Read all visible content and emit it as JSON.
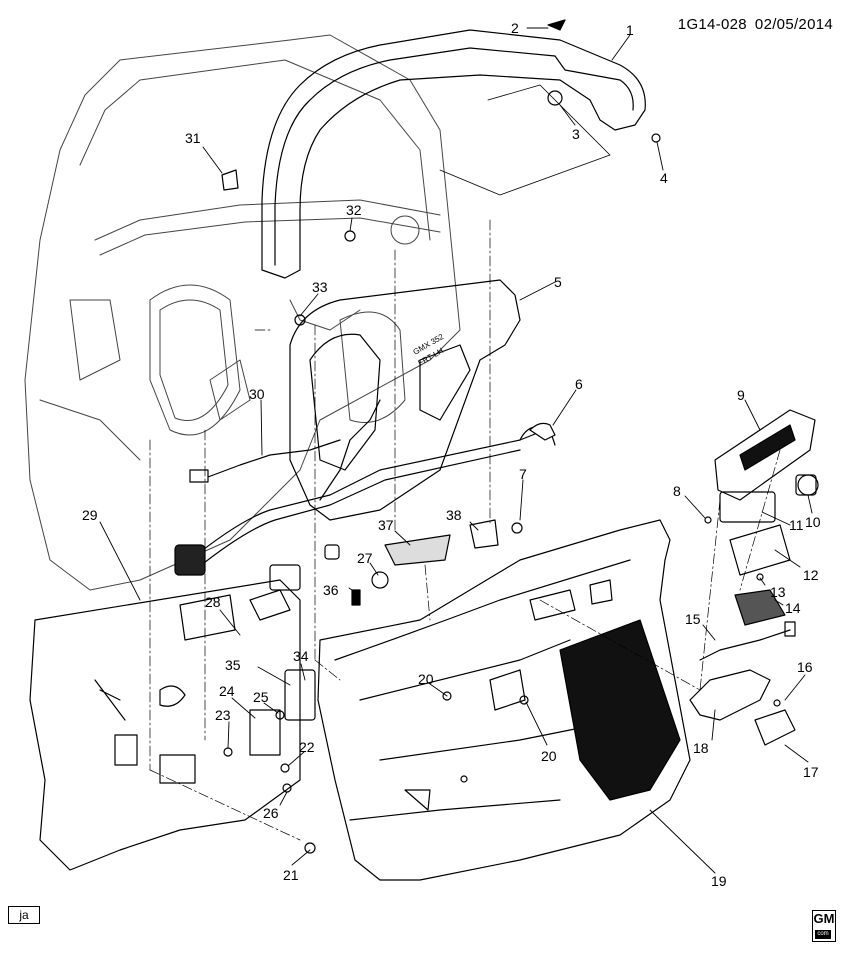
{
  "header": {
    "diagram_id": "1G14-028",
    "date": "02/05/2014"
  },
  "illustrator_code": "ja",
  "logo": {
    "text": "GM",
    "subtext": "com"
  },
  "callouts": [
    "1",
    "2",
    "3",
    "4",
    "5",
    "6",
    "7",
    "8",
    "9",
    "10",
    "11",
    "12",
    "13",
    "14",
    "15",
    "16",
    "17",
    "18",
    "19",
    "20",
    "20",
    "21",
    "22",
    "23",
    "24",
    "25",
    "26",
    "27",
    "28",
    "29",
    "30",
    "31",
    "32",
    "33",
    "34",
    "35",
    "36",
    "37",
    "38"
  ],
  "decal_text": {
    "line1": "GMX 352",
    "line2": "FRT LH"
  }
}
